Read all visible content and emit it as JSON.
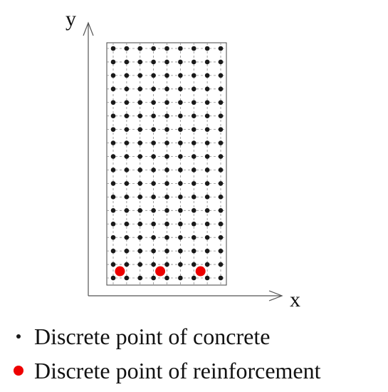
{
  "axes": {
    "x_label": "x",
    "y_label": "y"
  },
  "grid": {
    "columns": 9,
    "rows": 18
  },
  "reinforcement_points": [
    {
      "col": 1,
      "row": 1
    },
    {
      "col": 4,
      "row": 1
    },
    {
      "col": 7,
      "row": 1
    }
  ],
  "colors": {
    "concrete_point": "#1a1a1a",
    "reinforcement_point": "#ee0000",
    "axis": "#555555",
    "grid": "#8a8a8a"
  },
  "legend": [
    {
      "label": "Discrete point of concrete",
      "marker": "small-black-dot"
    },
    {
      "label": "Discrete point of reinforcement",
      "marker": "large-red-dot"
    }
  ]
}
